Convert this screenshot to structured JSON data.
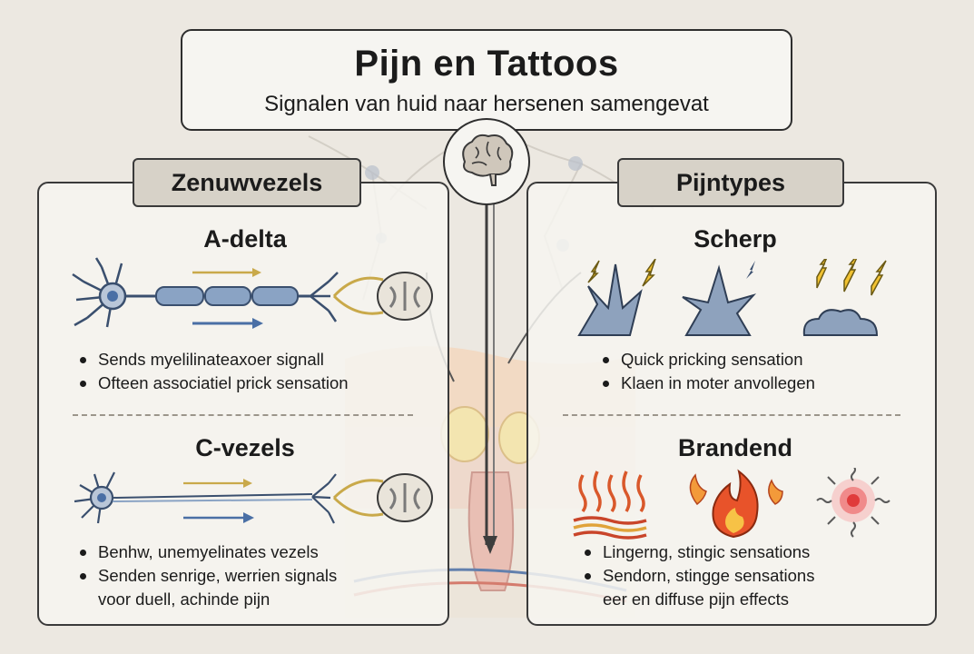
{
  "header": {
    "title": "Pijn en Tattoos",
    "subtitle": "Signalen van huid naar hersenen samengevat"
  },
  "left_panel": {
    "tab_label": "Zenuwvezels",
    "sections": [
      {
        "title": "A-delta",
        "bullets": [
          "Sends myelilinateaxoer signall",
          "Ofteen associatiel prick sensation"
        ]
      },
      {
        "title": "C-vezels",
        "bullets": [
          "Benhw, unemyelinates vezels",
          "Senden senrige, werrien signals",
          "voor duell, achinde pijn"
        ]
      }
    ]
  },
  "right_panel": {
    "tab_label": "Pijntypes",
    "sections": [
      {
        "title": "Scherp",
        "bullets": [
          "Quick pricking sensation",
          "Klaen in moter anvollegen"
        ]
      },
      {
        "title": "Brandend",
        "bullets": [
          "Lingerng, stingic sensations",
          "Sendorn, stingge sensations",
          "eer en diffuse pijn effects"
        ]
      }
    ]
  },
  "colors": {
    "myelin": "#8aa3c4",
    "axon": "#5a6f8e",
    "arrow_gold": "#c9a94a",
    "arrow_blue": "#4a6fa5",
    "lightning": "#f1c232",
    "flame": "#e8532a",
    "heat_red": "#e03b3b"
  },
  "icons": [
    "brain-icon",
    "neuron-icon",
    "spinal-cord-icon",
    "spike-icon",
    "lightning-icon",
    "flame-icon",
    "heat-wave-icon",
    "pain-burst-icon",
    "skin-cross-section-icon"
  ]
}
